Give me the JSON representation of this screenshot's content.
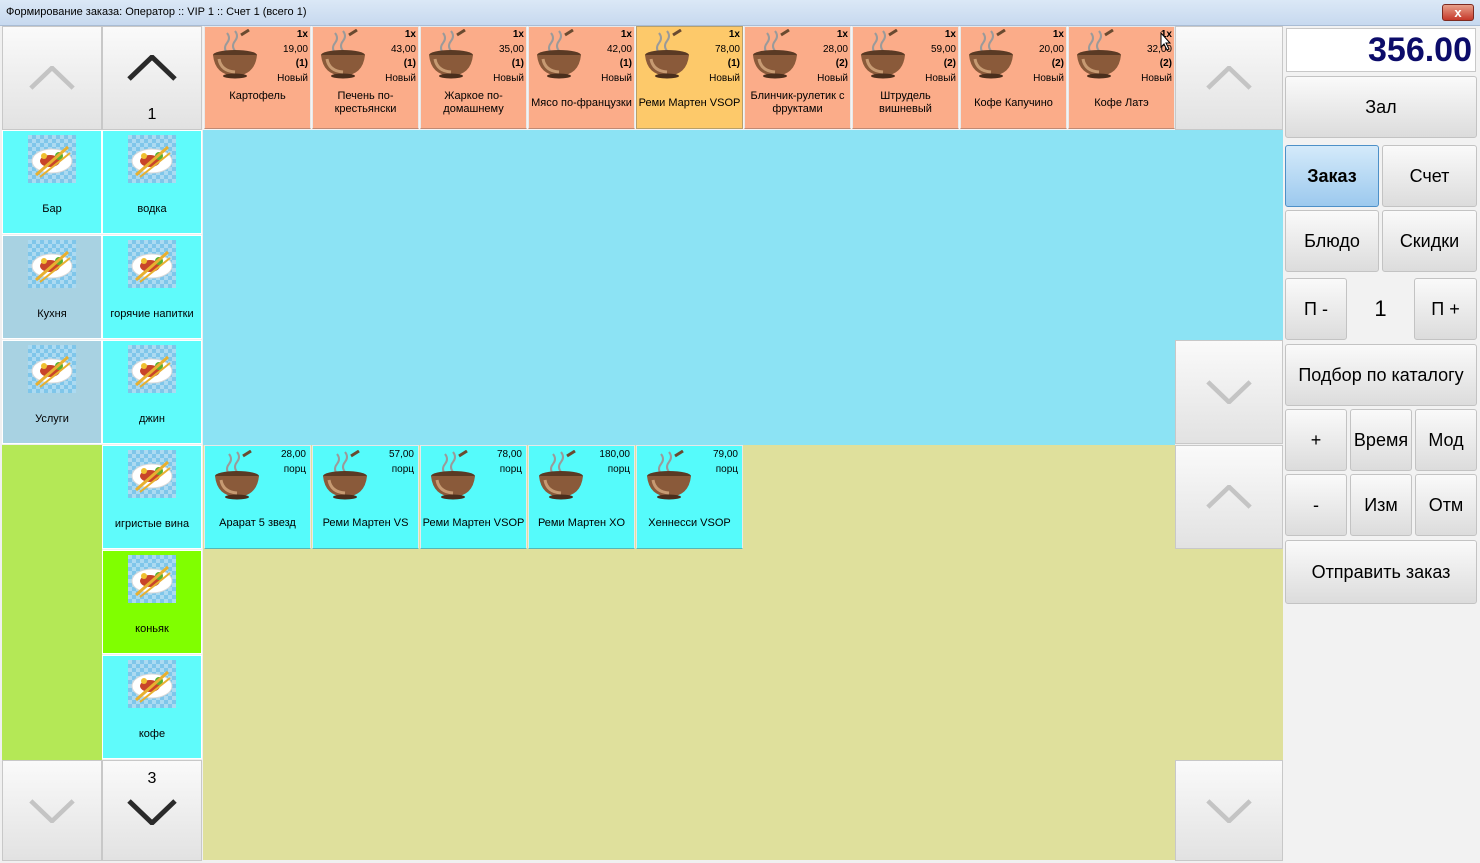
{
  "window": {
    "title": "Формирование заказа: Оператор :: VIP 1 :: Счет 1 (всего 1)",
    "close_label": "x"
  },
  "total": "356.00",
  "left_nav": {
    "top_page": "1",
    "bottom_page": "3"
  },
  "categories": [
    {
      "label": "Бар"
    },
    {
      "label": "Кухня"
    },
    {
      "label": "Услуги"
    }
  ],
  "subcategories": [
    {
      "label": "водка"
    },
    {
      "label": "горячие напитки"
    },
    {
      "label": "джин"
    },
    {
      "label": "игристые вина"
    },
    {
      "label": "коньяк"
    },
    {
      "label": "кофе"
    }
  ],
  "order_items": [
    {
      "count": "1x",
      "price": "19,00",
      "qty": "(1)",
      "status": "Новый",
      "name": "Картофель"
    },
    {
      "count": "1x",
      "price": "43,00",
      "qty": "(1)",
      "status": "Новый",
      "name": "Печень по-крестьянски"
    },
    {
      "count": "1x",
      "price": "35,00",
      "qty": "(1)",
      "status": "Новый",
      "name": "Жаркое по-домашнему"
    },
    {
      "count": "1x",
      "price": "42,00",
      "qty": "(1)",
      "status": "Новый",
      "name": "Мясо по-французки"
    },
    {
      "count": "1x",
      "price": "78,00",
      "qty": "(1)",
      "status": "Новый",
      "name": "Реми Мартен VSOP"
    },
    {
      "count": "1x",
      "price": "28,00",
      "qty": "(2)",
      "status": "Новый",
      "name": "Блинчик-рулетик с фруктами"
    },
    {
      "count": "1x",
      "price": "59,00",
      "qty": "(2)",
      "status": "Новый",
      "name": "Штрудель вишневый"
    },
    {
      "count": "1x",
      "price": "20,00",
      "qty": "(2)",
      "status": "Новый",
      "name": "Кофе Капучино"
    },
    {
      "count": "1x",
      "price": "32,00",
      "qty": "(2)",
      "status": "Новый",
      "name": "Кофе Латэ"
    }
  ],
  "menu_items": [
    {
      "price": "28,00",
      "unit": "порц",
      "name": "Арарат 5 звезд"
    },
    {
      "price": "57,00",
      "unit": "порц",
      "name": "Реми Мартен VS"
    },
    {
      "price": "78,00",
      "unit": "порц",
      "name": "Реми Мартен VSOP"
    },
    {
      "price": "180,00",
      "unit": "порц",
      "name": "Реми Мартен XO"
    },
    {
      "price": "79,00",
      "unit": "порц",
      "name": "Хеннесси VSOP"
    }
  ],
  "buttons": {
    "hall": "Зал",
    "order": "Заказ",
    "bill": "Счет",
    "dish": "Блюдо",
    "discounts": "Скидки",
    "guest_minus": "П -",
    "guest_value": "1",
    "guest_plus": "П +",
    "catalog": "Подбор по каталогу",
    "plus": "+",
    "time": "Время",
    "mod": "Мод",
    "minus": "-",
    "change": "Изм",
    "cancel": "Отм",
    "send": "Отправить заказ"
  },
  "colors": {
    "order_tile": "#fbac89",
    "order_tile_selected": "#fdc96a",
    "menu_tile": "#55fbfb",
    "category_cyan": "#5ffbfb",
    "category_grey_blue": "#a8d2e2",
    "subcategory_selected": "#80ff00",
    "upper_area": "#8ce3f4",
    "lower_area": "#dfe09c",
    "left_lime": "#b4e856",
    "total_text": "#0c0c6a"
  }
}
